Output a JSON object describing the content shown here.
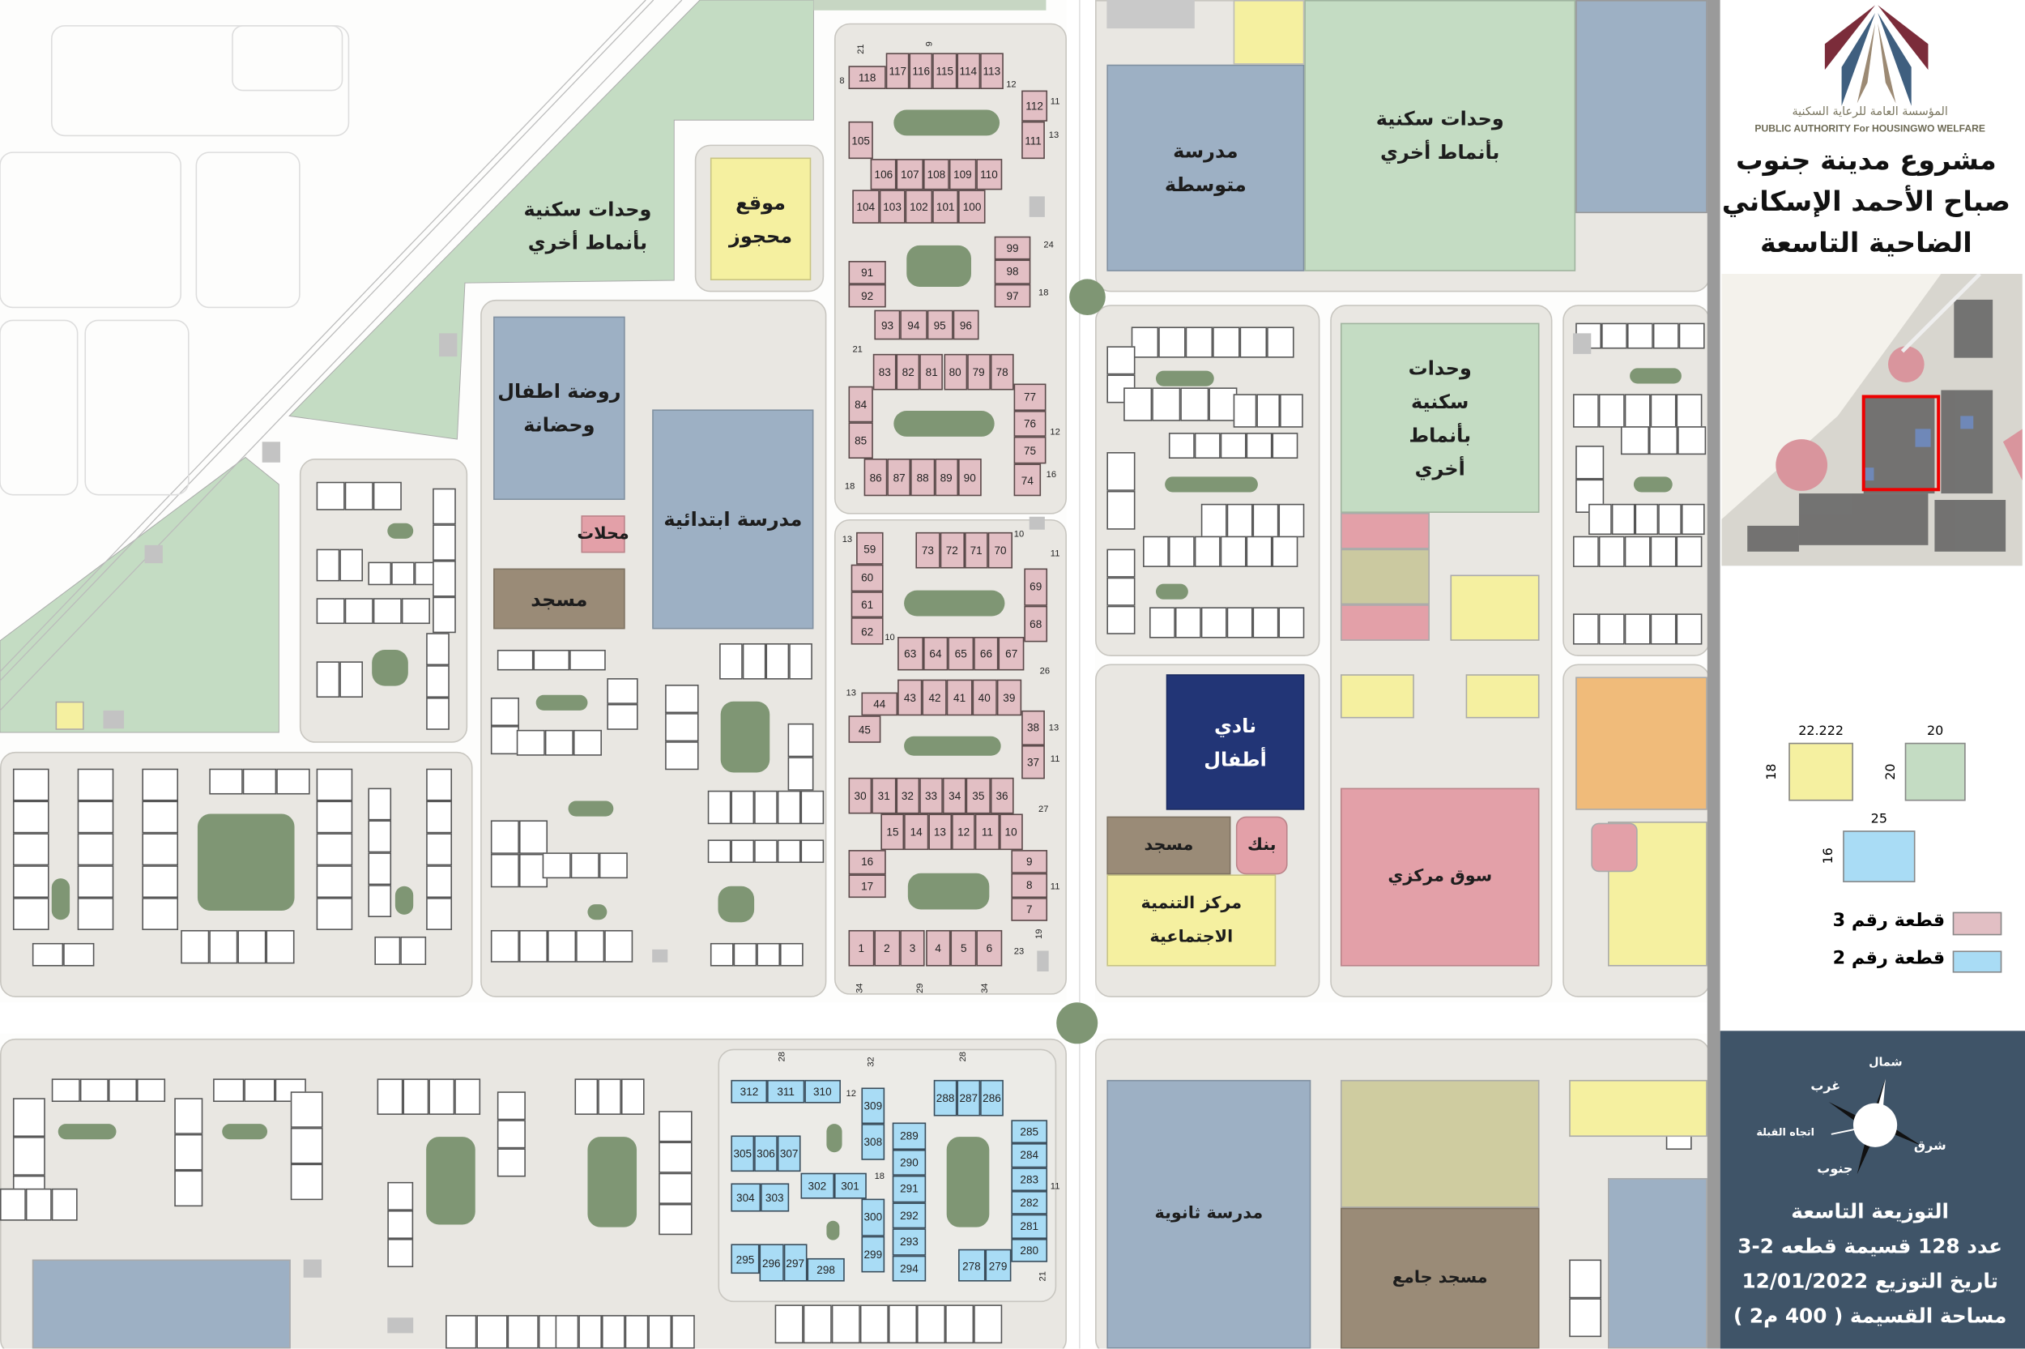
{
  "map": {
    "areas": {
      "residential_other_1": "وحدات سكنية بأنماط أخري",
      "reserved_site": "موقع محجوز",
      "kindergarten": "روضة اطفال وحضانة",
      "shops": "محلات",
      "mosque_1": "مسجد",
      "primary_school": "مدرسة ابتدائية",
      "middle_school": "مدرسة متوسطة",
      "residential_other_2": "وحدات سكنية بأنماط أخري",
      "residential_other_3": "وحدات سكنية بأنماط أخري",
      "kids_club": "نادي أطفال",
      "mosque_2": "مسجد",
      "bank": "بنك",
      "social_center": "مركز التنمية الاجتماعية",
      "central_market": "سوق مركزي",
      "secondary_school": "مدرسة ثانوية",
      "grand_mosque": "مسجد جامع"
    },
    "plots_type3": [
      "118",
      "117",
      "116",
      "115",
      "114",
      "113",
      "112",
      "111",
      "105",
      "106",
      "107",
      "108",
      "109",
      "110",
      "104",
      "103",
      "102",
      "101",
      "100",
      "91",
      "92",
      "99",
      "98",
      "97",
      "93",
      "94",
      "95",
      "96",
      "83",
      "82",
      "81",
      "80",
      "79",
      "78",
      "84",
      "85",
      "86",
      "87",
      "88",
      "89",
      "90",
      "77",
      "76",
      "75",
      "74",
      "59",
      "60",
      "61",
      "62",
      "73",
      "72",
      "71",
      "70",
      "69",
      "68",
      "63",
      "64",
      "65",
      "66",
      "67",
      "44",
      "43",
      "42",
      "41",
      "40",
      "39",
      "45",
      "38",
      "37",
      "30",
      "31",
      "32",
      "33",
      "34",
      "35",
      "36",
      "15",
      "14",
      "13",
      "12",
      "11",
      "10",
      "16",
      "17",
      "9",
      "8",
      "7",
      "1",
      "2",
      "3",
      "4",
      "5",
      "6"
    ],
    "plots_type2": [
      "312",
      "311",
      "310",
      "309",
      "308",
      "288",
      "287",
      "286",
      "305",
      "306",
      "307",
      "304",
      "303",
      "302",
      "301",
      "289",
      "290",
      "291",
      "292",
      "293",
      "294",
      "300",
      "299",
      "295",
      "296",
      "297",
      "298",
      "285",
      "284",
      "283",
      "282",
      "281",
      "280",
      "278",
      "279"
    ],
    "dimension_labels": [
      "21",
      "9",
      "8",
      "12",
      "11",
      "13",
      "24",
      "18",
      "21",
      "12",
      "16",
      "18",
      "13",
      "10",
      "11",
      "10",
      "26",
      "13",
      "13",
      "11",
      "27",
      "11",
      "23",
      "19",
      "28",
      "32",
      "28",
      "12",
      "18",
      "11",
      "21",
      "34",
      "29",
      "34"
    ],
    "colors": {
      "type3": "#e2bfc4",
      "type2": "#a9dcf5",
      "school": "#9db0c4",
      "green": "#c4dcc3",
      "yellow": "#f5f0a0",
      "navy": "#223576",
      "mosque": "#9a8b77"
    }
  },
  "panel": {
    "org_name_ar": "المؤسسة العامة للرعاية السكنية",
    "org_name_en": "PUBLIC AUTHORITY For HOUSINGWO WELFARE",
    "title_lines": [
      "مشروع مدينة جنوب",
      "صباح الأحمد الإسكاني",
      "الضاحية التاسعة"
    ],
    "legend": {
      "yellow_width": "22.222",
      "yellow_depth": "18",
      "green_width": "20",
      "green_depth": "20",
      "blue_width": "25",
      "blue_depth": "16",
      "type3_label": "قطعة رقم 3",
      "type2_label": "قطعة رقم 2"
    },
    "compass": {
      "north": "شمال",
      "west": "غرب",
      "east": "شرق",
      "south": "جنوب",
      "qibla": "اتجاه القبلة"
    },
    "info_lines": [
      "التوزيعة التاسعة",
      "عدد 128 قسيمة قطعه 2-3",
      "تاريخ التوزيع 12/01/2022",
      "مساحة القسيمة ( 400 م2 )"
    ]
  }
}
